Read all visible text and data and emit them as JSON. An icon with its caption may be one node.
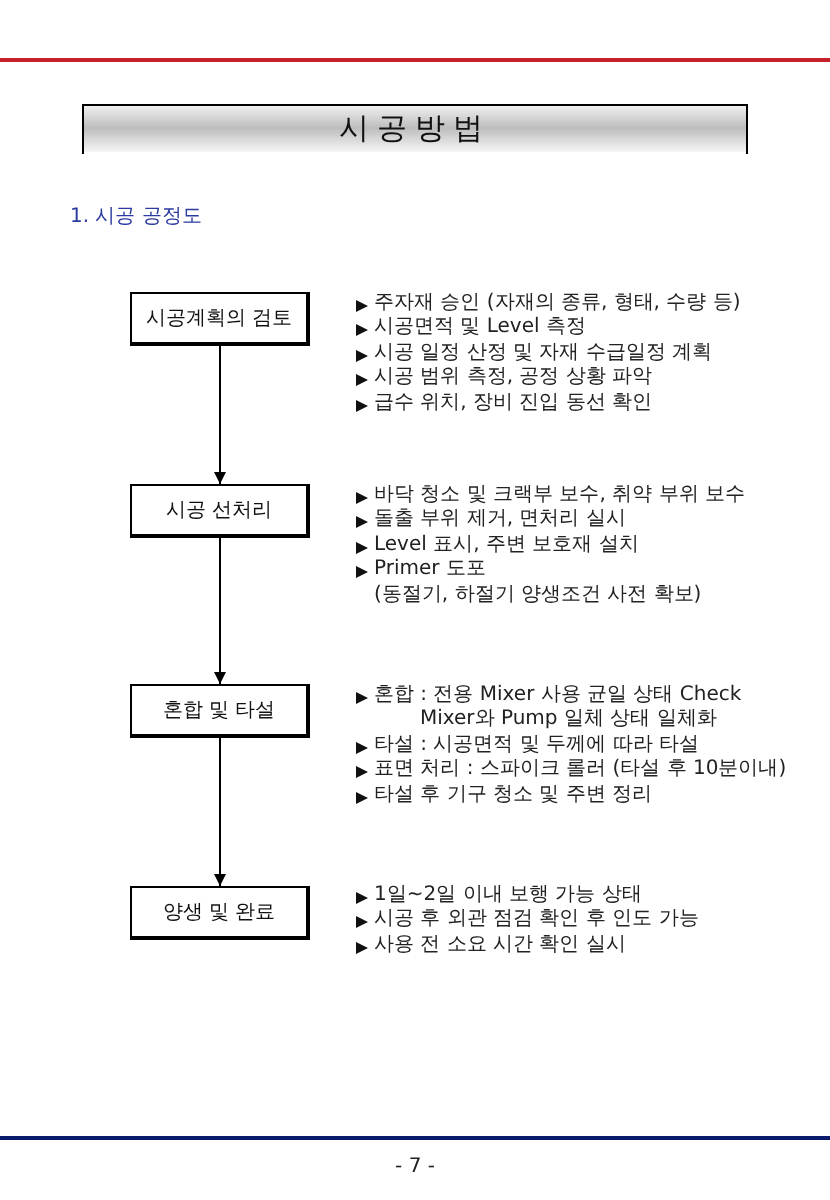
{
  "diagram": {
    "title": "시공방법",
    "nodes": [
      {
        "text": [
          "시공계획의 검토"
        ],
        "beside": [
          "주자재 승인 (자재의 종류, 형태, 수량 등)",
          "시공면적 및 Level 측정",
          "시공 일정 산정 및 자재 수급일정 계획",
          "시공 범위 측정, 공정 상황 파악",
          "급수 위치, 장비 진입 동선 확인"
        ]
      },
      {
        "text": [
          "시공 선처리"
        ],
        "beside": [
          "바닥 청소 및 크랙부 보수, 취약 부위 보수",
          "돌출 부위 제거, 면처리 실시",
          "Level 표시, 주변 보호재 설치",
          "Primer 도포",
          "(동절기, 하절기 양생조건 사전 확보)"
        ]
      },
      {
        "text": [
          "혼합 및 타설"
        ],
        "beside": [
          "혼합 : 전용 Mixer 사용 균일 상태 Check",
          "Mixer와 Pump 일체 상태 일체화",
          "타설 : 시공면적 및 두께에 따라 타설",
          "표면 처리 : 스파이크 롤러 (타설 후 10분이내)",
          "타설 후 기구 청소 및 주변 정리"
        ]
      },
      {
        "text": [
          "양생 및 완료"
        ],
        "beside": [
          "1일~2일 이내 보행 가능 상태",
          "시공 후 외관 점검 확인 후 인도 가능",
          "사용 전 소요 시간 확인 실시"
        ]
      }
    ],
    "edges": [
      {
        "from": 0,
        "to": 1,
        "arrow": "to"
      },
      {
        "from": 1,
        "to": 2,
        "arrow": "to"
      },
      {
        "from": 2,
        "to": 3,
        "arrow": "to"
      }
    ],
    "labels": [
      "1. 시공 공정도",
      "- 7 -"
    ]
  }
}
